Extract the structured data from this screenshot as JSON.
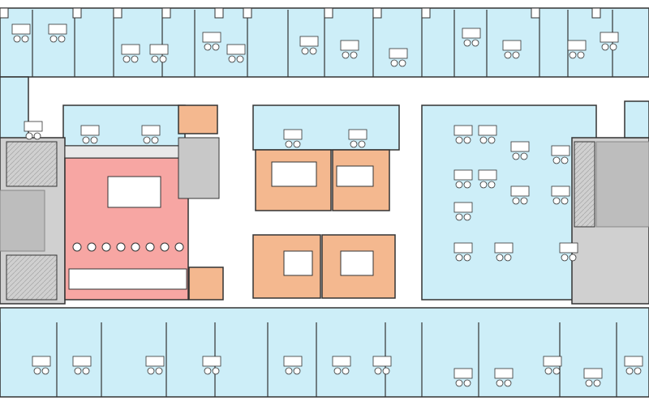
{
  "plan": {
    "colors": {
      "office": "#cdeef8",
      "kitchen": "#f7a6a3",
      "meeting": "#f4b88f",
      "core": "#d0d0d0",
      "corridor": "#ffffff",
      "wall": "#333333"
    },
    "room_types": [
      "office",
      "kitchen",
      "meeting",
      "core",
      "corridor"
    ]
  }
}
